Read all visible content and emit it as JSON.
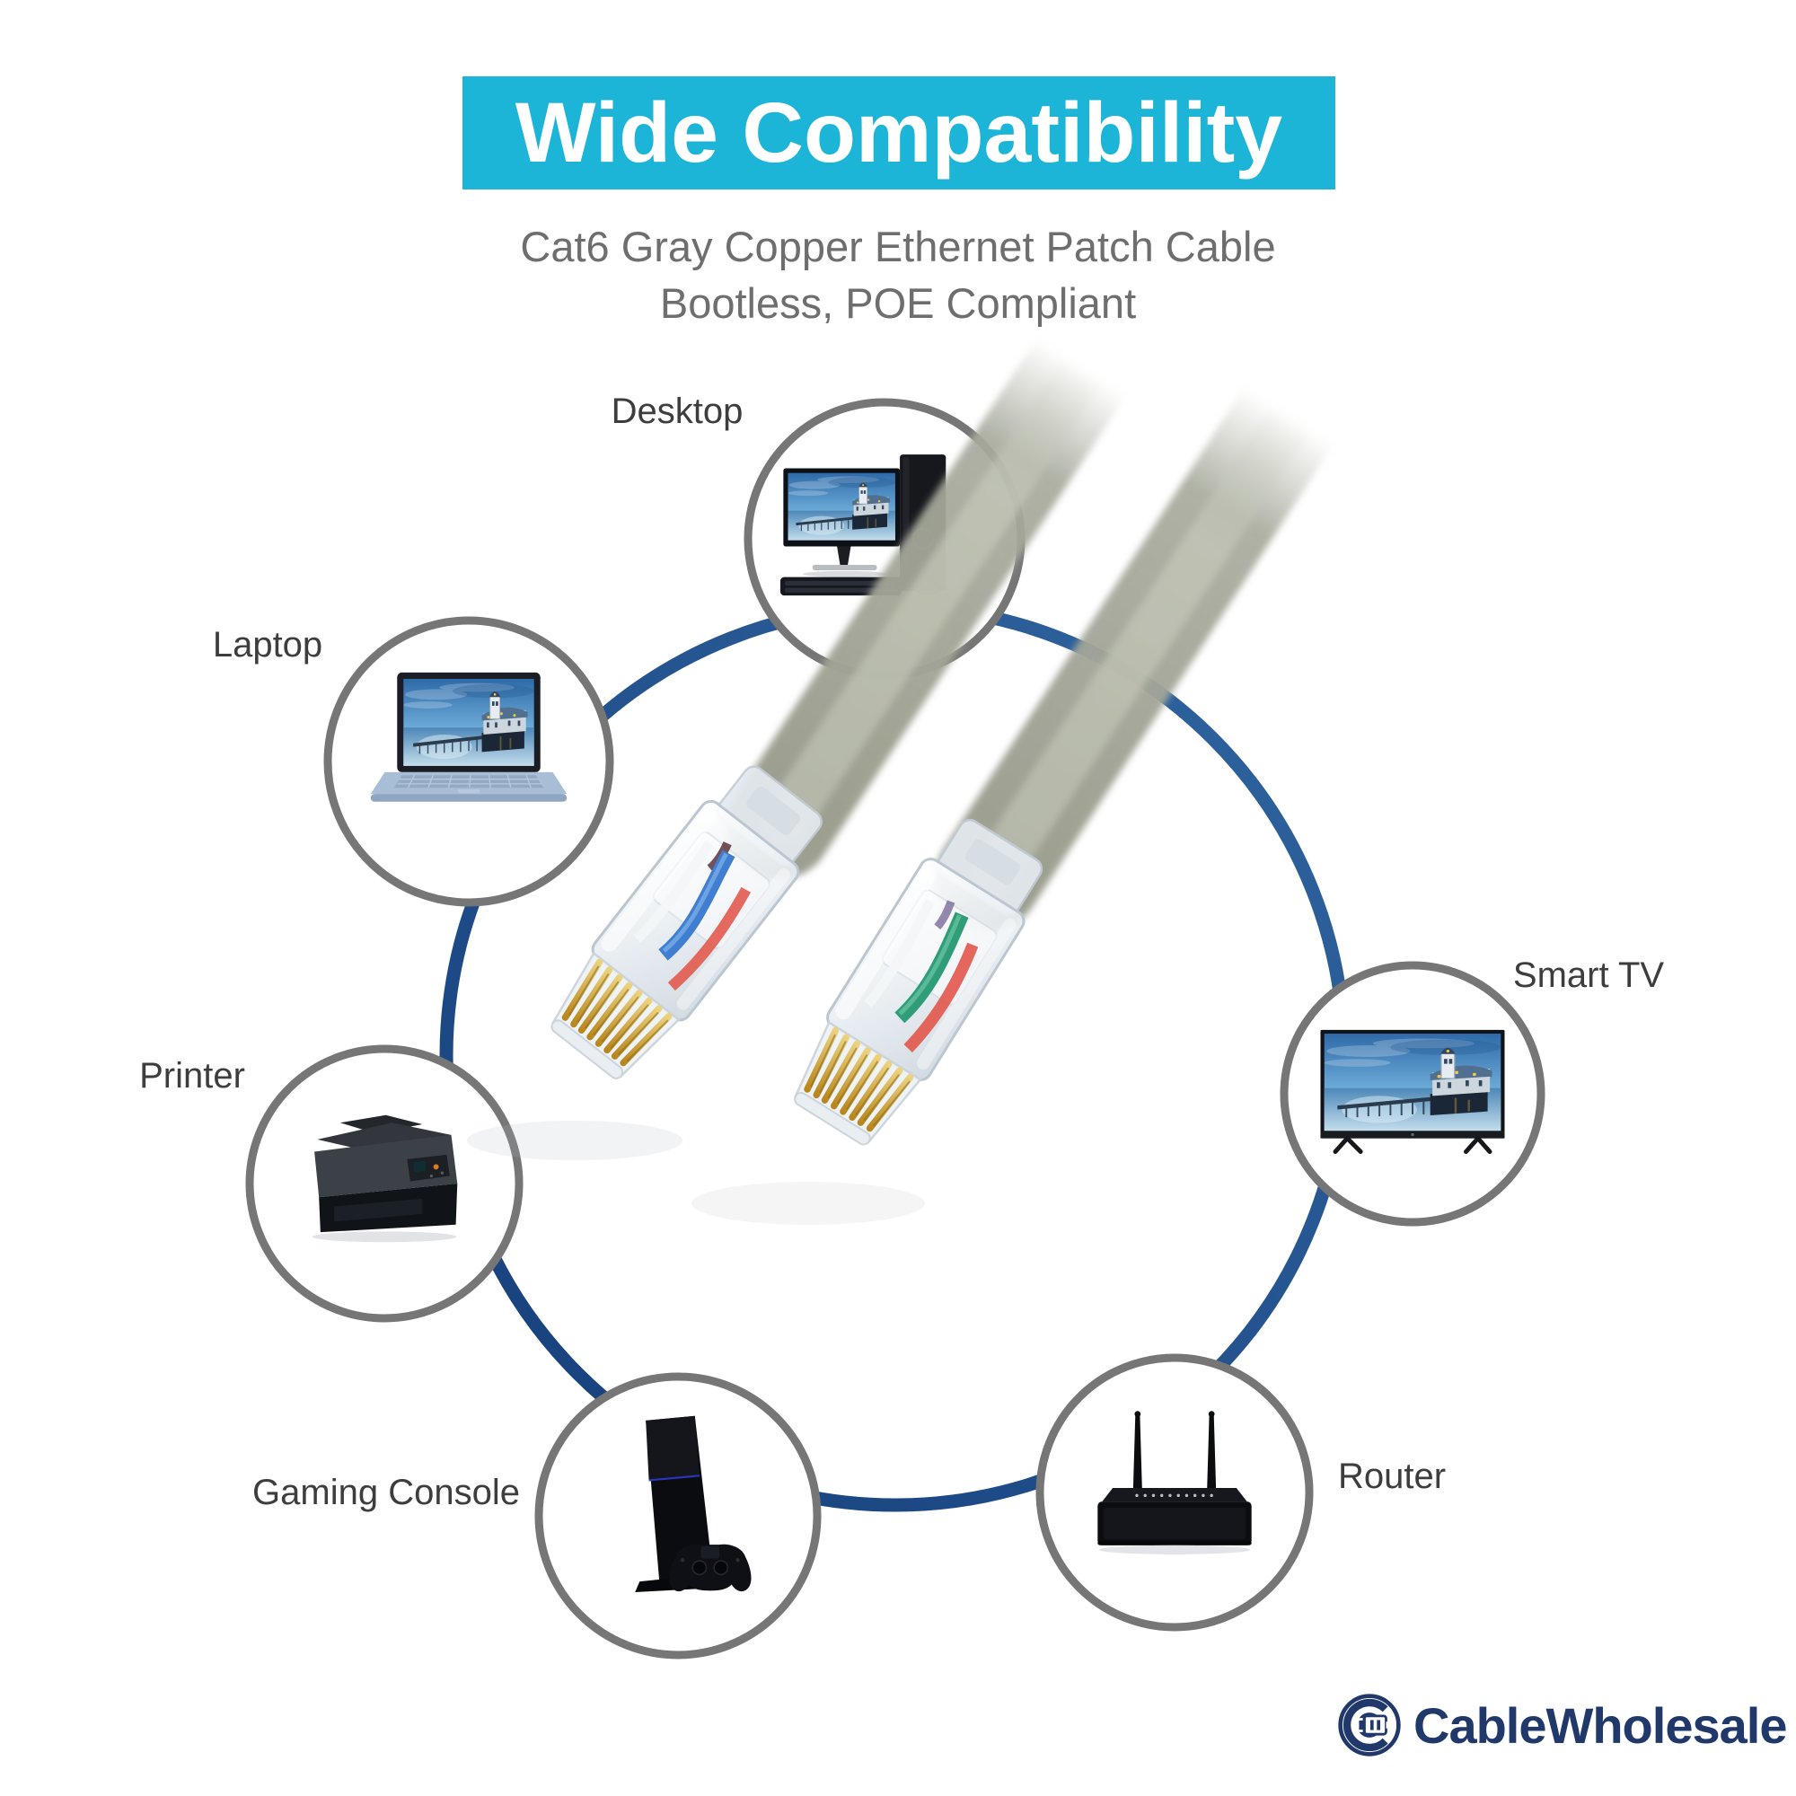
{
  "title": {
    "text": "Wide Compatibility"
  },
  "subtitle": {
    "line1": "Cat6 Gray Copper Ethernet Patch Cable",
    "line2": "Bootless, POE Compliant"
  },
  "diagram": {
    "devices": [
      {
        "id": "desktop",
        "label": "Desktop"
      },
      {
        "id": "laptop",
        "label": "Laptop"
      },
      {
        "id": "printer",
        "label": "Printer"
      },
      {
        "id": "gaming-console",
        "label": "Gaming Console"
      },
      {
        "id": "router",
        "label": "Router"
      },
      {
        "id": "smart-tv",
        "label": "Smart TV"
      }
    ],
    "center_subject": "cat6-gray-patch-cable-two-clear-rj45-connectors"
  },
  "brand": {
    "name": "CableWholesale"
  },
  "colors": {
    "banner_bg": "#1cb5d8",
    "banner_text": "#ffffff",
    "subtitle_text": "#6e6e6e",
    "label_text": "#3d3d3d",
    "ring_blue": "#1d4a86",
    "node_border": "#767676",
    "cable_gray": "#a7aa9c",
    "logo_navy": "#21386b"
  }
}
